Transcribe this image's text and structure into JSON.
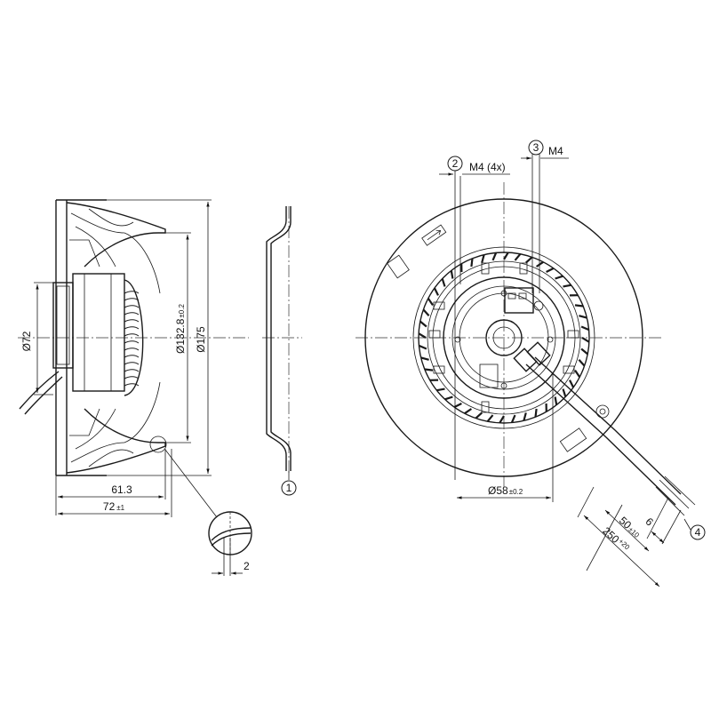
{
  "dimensions": {
    "len_61_3": "61.3",
    "len_72": "72",
    "len_72_tol": "±1",
    "dia_72": "Ø72",
    "dia_132_8": "Ø132.8",
    "dia_132_8_tol": "±0.2",
    "dia_175": "Ø175",
    "detail_2": "2",
    "dia_58": "Ø58",
    "dia_58_tol": "±0.2",
    "thread_m4_4x": "M4 (4x)",
    "thread_m4": "M4",
    "cable_6": "6",
    "cable_50": "50",
    "cable_50_tol": "±10",
    "cable_250": "250",
    "cable_250_tol": "+20"
  },
  "callouts": {
    "c1": "1",
    "c2": "2",
    "c3": "3",
    "c4": "4"
  }
}
